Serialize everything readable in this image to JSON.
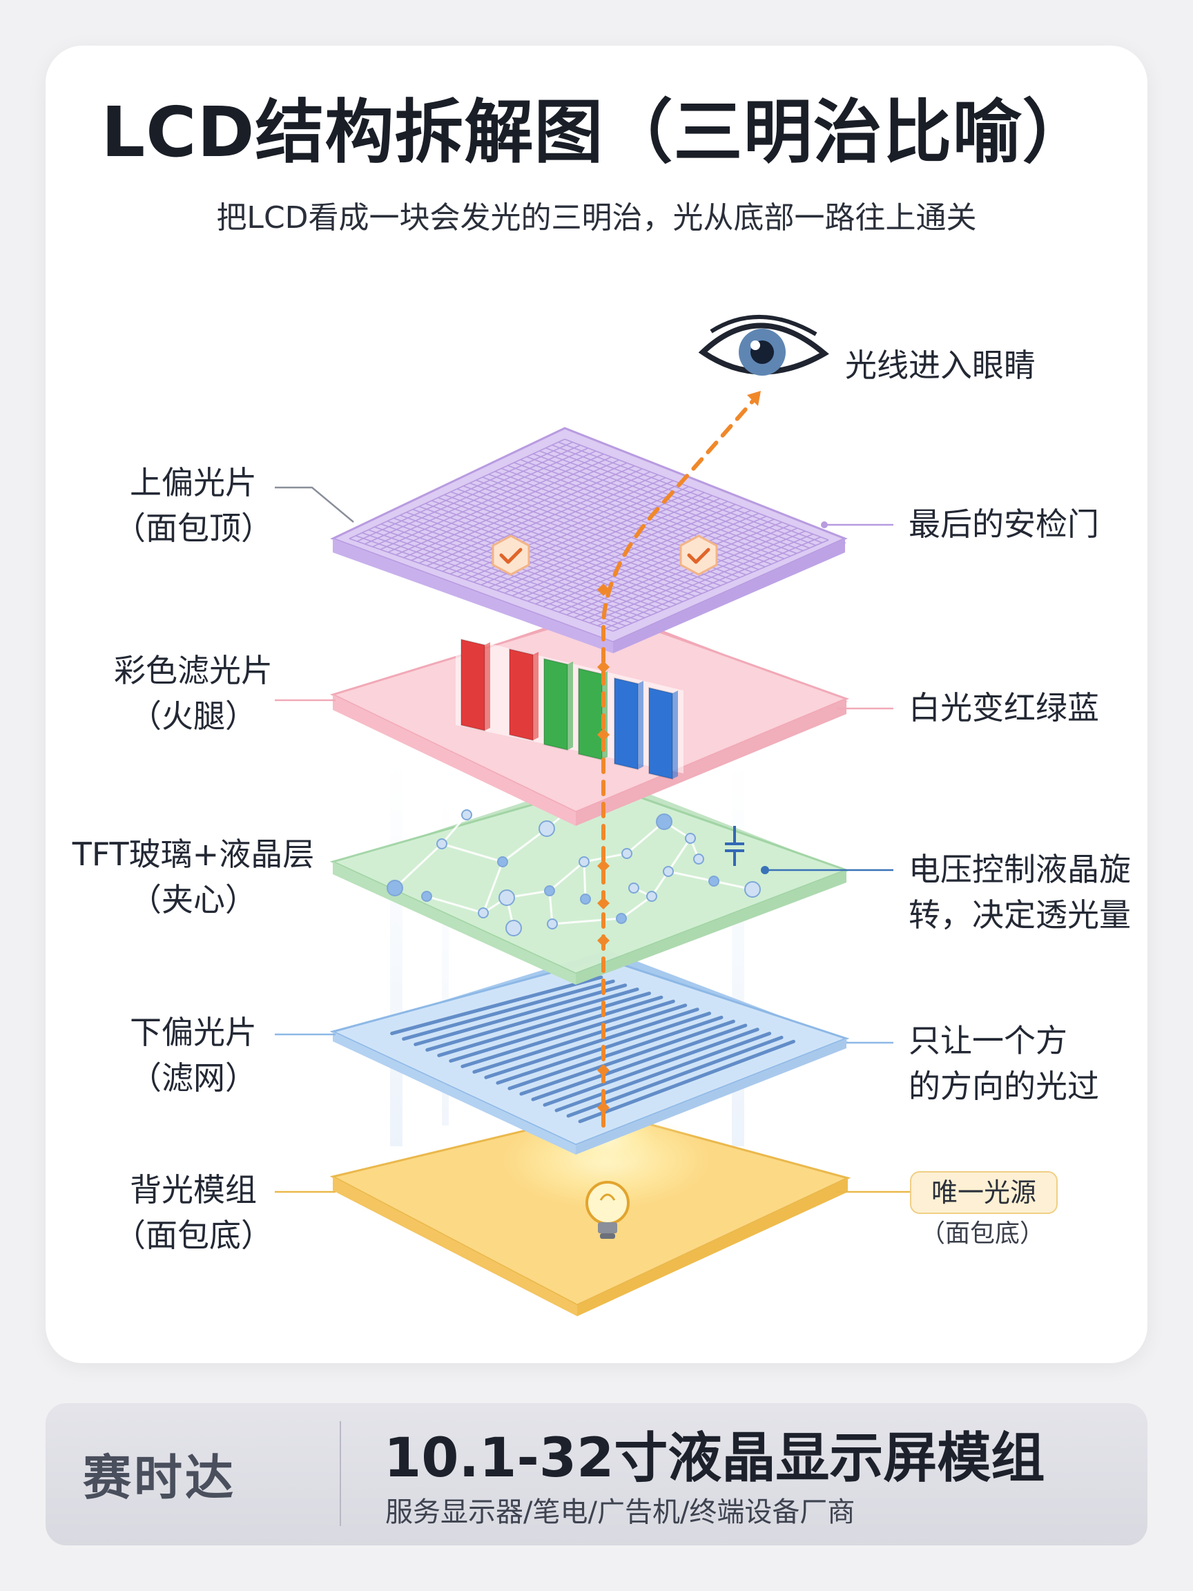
{
  "header": {
    "title": "LCD结构拆解图（三明治比喻）",
    "subtitle": "把LCD看成一块会发光的三明治，光从底部一路往上通关"
  },
  "eye": {
    "label": "光线进入眼睛"
  },
  "layers": [
    {
      "id": "top-polarizer",
      "name": "上偏光片",
      "metaphor": "（面包顶）",
      "desc": [
        "最后的安检门"
      ],
      "color": "#c9b2ec"
    },
    {
      "id": "color-filter",
      "name": "彩色滤光片",
      "metaphor": "（火腿）",
      "desc": [
        "白光变红绿蓝"
      ],
      "color": "#f9c6cf"
    },
    {
      "id": "tft-lc",
      "name": "TFT玻璃+液晶层",
      "metaphor": "（夹心）",
      "desc": [
        "电压控制液晶旋",
        "转，决定透光量"
      ],
      "color": "#c4e9c6"
    },
    {
      "id": "bottom-polarizer",
      "name": "下偏光片",
      "metaphor": "（滤网）",
      "desc": [
        "只让一个方",
        "的方向的光过"
      ],
      "color": "#c3dcf6"
    },
    {
      "id": "backlight",
      "name": "背光模组",
      "metaphor": "（面包底）",
      "badge": "唯一光源",
      "badge_sub": "（面包底）",
      "color": "#fcd77f"
    }
  ],
  "icons": {
    "eye": "eye-icon",
    "checks": "check-badge-icon",
    "capacitor": "capacitor-icon",
    "bulb": "light-bulb-icon"
  },
  "filter_stripes": [
    "#e23b3b",
    "#e23b3b",
    "#3cae4e",
    "#3cae4e",
    "#2f74d4",
    "#2f74d4"
  ],
  "light_path_color": "#f0882a",
  "footer": {
    "brand": "赛时达",
    "product": "10.1-32寸液晶显示屏模组",
    "clients": "服务显示器/笔电/广告机/终端设备厂商"
  }
}
